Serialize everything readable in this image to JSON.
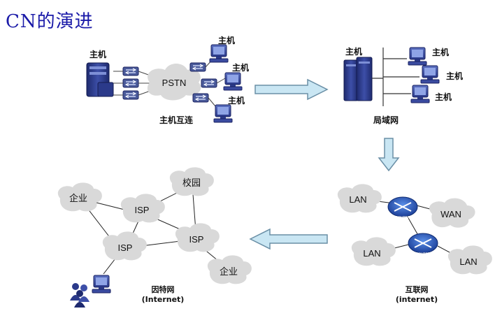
{
  "title": "CN的演进",
  "stage1": {
    "host_label": "主机",
    "cloud": "PSTN",
    "caption": "主机互连"
  },
  "stage2": {
    "host_label": "主机",
    "caption": "局域网"
  },
  "stage3": {
    "lan": "LAN",
    "wan": "WAN",
    "router": "ROUTER",
    "caption_line1": "互联网",
    "caption_line2": "(internet)"
  },
  "stage4": {
    "enterprise": "企业",
    "campus": "校园",
    "isp": "ISP",
    "caption_line1": "因特网",
    "caption_line2": "(Internet)"
  },
  "colors": {
    "title": "#1a1aa8",
    "cloud": "#d9d9d9",
    "arrow_fill": "#c9e6f3",
    "arrow_stroke": "#6a8fa6",
    "server": "#2b3a8a",
    "router": "#1c4fb3"
  }
}
